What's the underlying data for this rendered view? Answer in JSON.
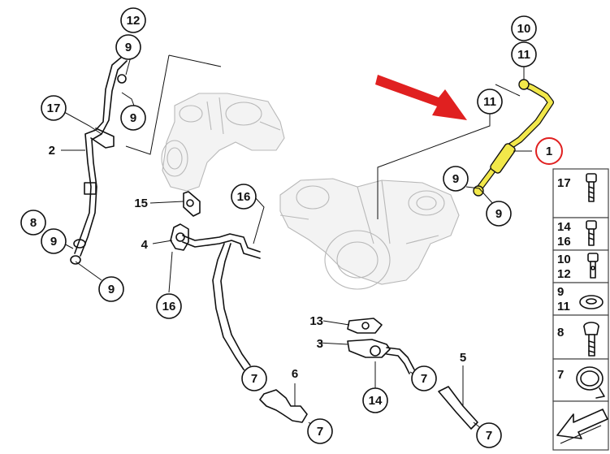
{
  "callouts": {
    "c1": "1",
    "c2": "2",
    "c3": "3",
    "c4": "4",
    "c5": "5",
    "c6": "6",
    "c7": "7",
    "c8": "8",
    "c9": "9",
    "c10": "10",
    "c11": "11",
    "c12": "12",
    "c13": "13",
    "c14": "14",
    "c15": "15",
    "c16": "16",
    "c17": "17"
  },
  "legend": [
    {
      "l1": "17",
      "l2": "",
      "icon": "bolt-icon"
    },
    {
      "l1": "14",
      "l2": "16",
      "icon": "bolt-icon"
    },
    {
      "l1": "10",
      "l2": "12",
      "icon": "banjo-bolt-icon"
    },
    {
      "l1": "9",
      "l2": "11",
      "icon": "washer-icon"
    },
    {
      "l1": "8",
      "l2": "",
      "icon": "bolt-icon"
    },
    {
      "l1": "7",
      "l2": "",
      "icon": "hose-clamp-icon"
    }
  ],
  "colors": {
    "highlight": "#f2e84a",
    "arrow": "#e02020",
    "highlight_ring": "#e02020"
  }
}
